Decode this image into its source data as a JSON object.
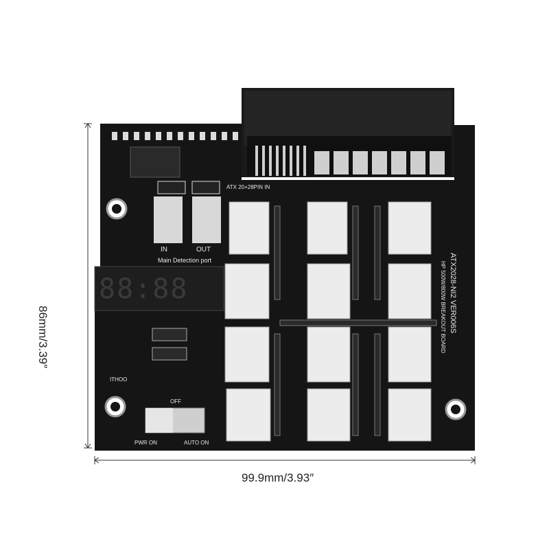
{
  "dimensions": {
    "width_label": "99.9mm/3.93″",
    "height_label": "86mm/3.39″"
  },
  "board": {
    "connector_label": "ATX 20+28PIN IN",
    "title_line1": "ATX2028-NI2  VER006S",
    "title_line2": "HP 500W/800W BREAKOUT BOARD",
    "detection_label": "Main Detection port",
    "in_label": "IN",
    "out_label": "OUT",
    "brand_label": "ITHOO",
    "off_label": "OFF",
    "pwr_on_label": "PWR ON",
    "auto_on_label": "AUTO ON",
    "display_digits": "88:88"
  },
  "colors": {
    "pcb": "#151515",
    "connector_white": "#ececec",
    "silkscreen": "#e6e6e6",
    "background": "#ffffff"
  }
}
